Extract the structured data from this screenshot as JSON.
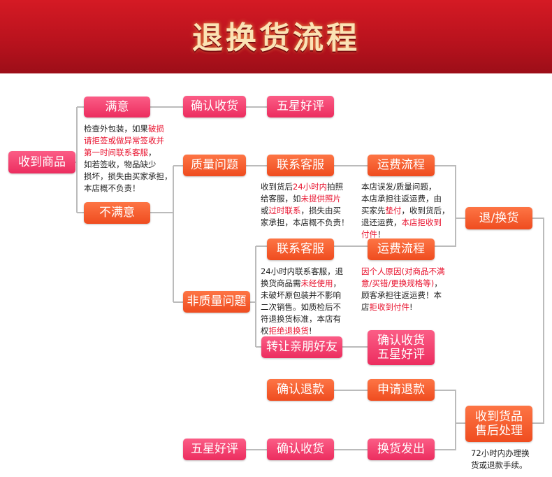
{
  "title": "退换货流程",
  "colors": {
    "banner": "#c4141f",
    "pink": "#ef3465",
    "orange": "#f45a2a",
    "line": "#bbbbbb",
    "highlight": "#e8112d"
  },
  "boxes": {
    "received": "收到商品",
    "satisfied": "满意",
    "confirm_receipt_1": "确认收货",
    "five_star_1": "五星好评",
    "unsatisfied": "不满意",
    "quality_issue": "质量问题",
    "contact_service_1": "联系客服",
    "shipping_process_1": "运费流程",
    "return_exchange": "退/换货",
    "non_quality_issue": "非质量问题",
    "contact_service_2": "联系客服",
    "shipping_process_2": "运费流程",
    "transfer_friends": "转让亲朋好友",
    "confirm_five_line1": "确认收货",
    "confirm_five_line2": "五星好评",
    "confirm_refund": "确认退款",
    "apply_refund": "申请退款",
    "received_goods_line1": "收到货品",
    "received_goods_line2": "售后处理",
    "five_star_2": "五星好评",
    "confirm_receipt_2": "确认收货",
    "exchange_shipped": "换货发出"
  },
  "notes": {
    "inspect": [
      {
        "t": "检查外包装，如果"
      },
      {
        "t": "破损",
        "red": true
      },
      {
        "t": "\n"
      },
      {
        "t": "请拒签或做异常签收并",
        "red": true
      },
      {
        "t": "\n"
      },
      {
        "t": "第一时间联系客服",
        "red": true
      },
      {
        "t": "，\n如若签收，物品缺少\n损坏，损失由买家承担，\n本店概不负责！"
      }
    ],
    "quality_contact": [
      {
        "t": "收到货后"
      },
      {
        "t": "24小时内",
        "red": true
      },
      {
        "t": "拍照\n给客服，如"
      },
      {
        "t": "未提供照片",
        "red": true
      },
      {
        "t": "\n或"
      },
      {
        "t": "过时联系",
        "red": true
      },
      {
        "t": "，损失由买\n家承担，本店概不负责！"
      }
    ],
    "quality_shipping": [
      {
        "t": "本店误发/质量问题，\n本店承担往返运费，由\n买家先"
      },
      {
        "t": "垫付",
        "red": true
      },
      {
        "t": "，收到货后，\n退还运费，"
      },
      {
        "t": "本店拒收到",
        "red": true
      },
      {
        "t": "\n"
      },
      {
        "t": "付件",
        "red": true
      },
      {
        "t": "！"
      }
    ],
    "nonquality_contact": [
      {
        "t": "24小时内联系客服，退\n换货商品需"
      },
      {
        "t": "未经使用",
        "red": true
      },
      {
        "t": "，\n未破坏原包装并不影响\n二次销售。如质检后不\n符退换货标准，本店有\n权"
      },
      {
        "t": "拒绝退换货",
        "red": true
      },
      {
        "t": "!"
      }
    ],
    "nonquality_shipping": [
      {
        "t": "因个人原因(对商品不满\n意/买错/更换规格等)",
        "red": true
      },
      {
        "t": "，\n顾客承担往返运费！本\n店"
      },
      {
        "t": "拒收到付件",
        "red": true
      },
      {
        "t": "!"
      }
    ],
    "handle_time": [
      {
        "t": "72小时内办理换\n货或退款手续。"
      }
    ]
  }
}
